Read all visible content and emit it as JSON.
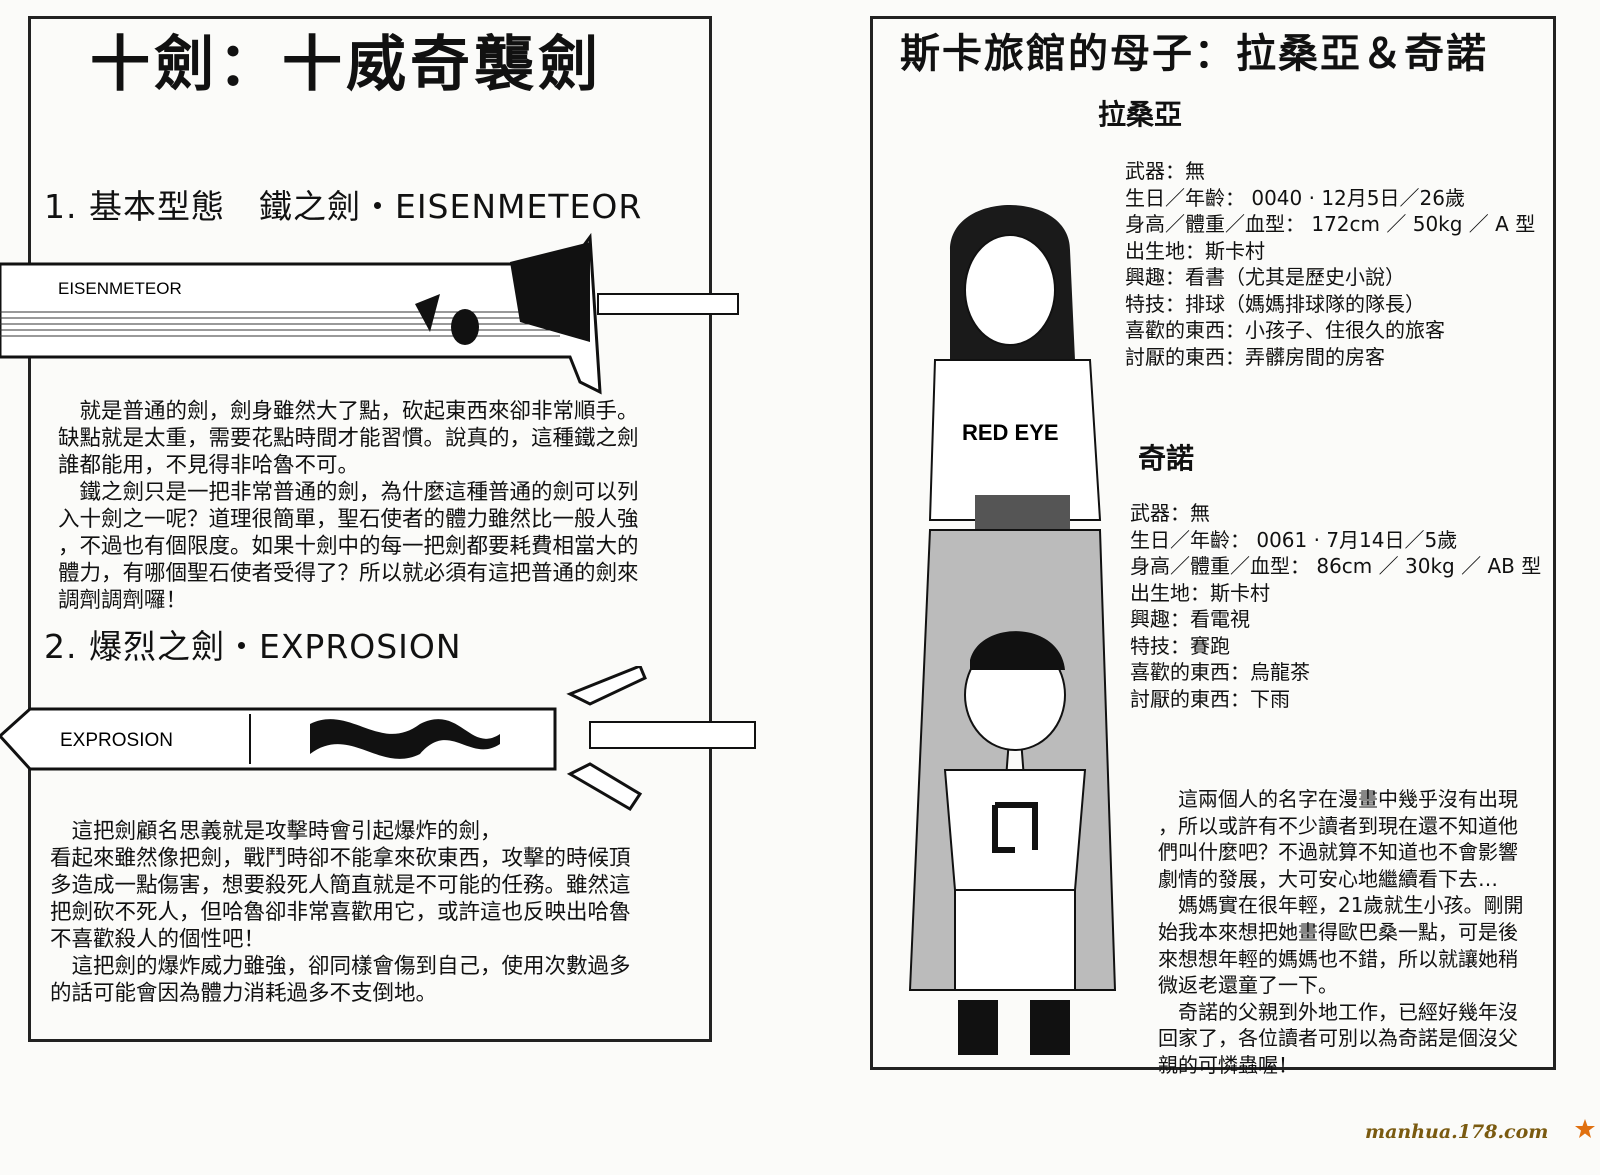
{
  "left_page": {
    "title": "十劍：十威奇襲劍",
    "section1": {
      "heading": "1. 基本型態　鐵之劍・EISENMETEOR",
      "sword_label": "EISENMETEOR",
      "lines": [
        "　就是普通的劍，劍身雖然大了點，砍起東西來卻非常順手。",
        "缺點就是太重，需要花點時間才能習慣。說真的，這種鐵之劍",
        "誰都能用，不見得非哈魯不可。",
        "　鐵之劍只是一把非常普通的劍，為什麼這種普通的劍可以列",
        "入十劍之一呢？道理很簡單，聖石使者的體力雖然比一般人強",
        "，不過也有個限度。如果十劍中的每一把劍都要耗費相當大的",
        "體力，有哪個聖石使者受得了？所以就必須有這把普通的劍來",
        "調劑調劑囉！"
      ]
    },
    "section2": {
      "heading": "2. 爆烈之劍・EXPROSION",
      "sword_label": "EXPROSION",
      "lines": [
        "　這把劍顧名思義就是攻擊時會引起爆炸的劍，",
        "看起來雖然像把劍，戰鬥時卻不能拿來砍東西，攻擊的時候頂",
        "多造成一點傷害，想要殺死人簡直就是不可能的任務。雖然這",
        "把劍砍不死人，但哈魯卻非常喜歡用它，或許這也反映出哈魯",
        "不喜歡殺人的個性吧！",
        "　這把劍的爆炸威力雖強，卻同樣會傷到自己，使用次數過多",
        "的話可能會因為體力消耗過多不支倒地。"
      ]
    }
  },
  "right_page": {
    "title": "斯卡旅館的母子：拉桑亞＆奇諾",
    "mother": {
      "name": "拉桑亞",
      "info": [
        "武器：無",
        "生日／年齡： 0040 · 12月5日／26歲",
        "身高／體重／血型： 172cm ／ 50kg ／ A 型",
        "出生地：斯卡村",
        "興趣：看書（尤其是歷史小說）",
        "特技：排球（媽媽排球隊的隊長）",
        "喜歡的東西：小孩子、住很久的旅客",
        "討厭的東西：弄髒房間的房客"
      ]
    },
    "son": {
      "name": "奇諾",
      "info": [
        "武器：無",
        "生日／年齡： 0061 · 7月14日／5歲",
        "身高／體重／血型： 86cm ／ 30kg ／ AB 型",
        "出生地：斯卡村",
        "興趣：看電視",
        "特技：賽跑",
        "喜歡的東西：烏龍茶",
        "討厭的東西：下雨"
      ]
    },
    "shirt_text": "RED EYE",
    "notes": [
      "　這兩個人的名字在漫畫中幾乎沒有出現",
      "，所以或許有不少讀者到現在還不知道他",
      "們叫什麼吧？不過就算不知道也不會影響",
      "劇情的發展，大可安心地繼續看下去…",
      "　媽媽實在很年輕，21歲就生小孩。剛開",
      "始我本來想把她畫得歐巴桑一點，可是後",
      "來想想年輕的媽媽也不錯，所以就讓她稍",
      "微返老還童了一下。",
      "　奇諾的父親到外地工作，已經好幾年沒",
      "回家了，各位讀者可別以為奇諾是個沒父",
      "親的可憐蟲喔！"
    ]
  },
  "watermark": "manhua.178.com"
}
